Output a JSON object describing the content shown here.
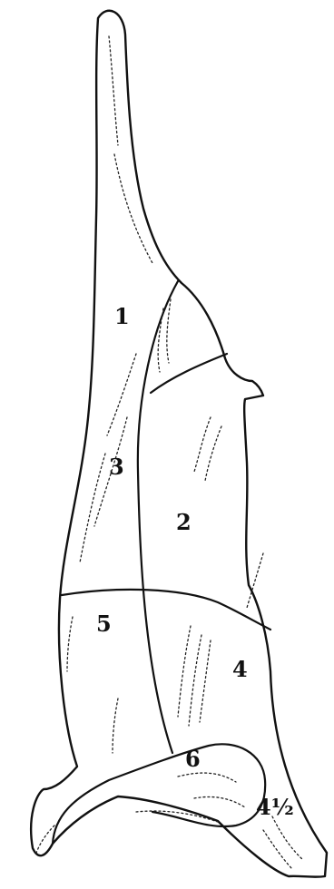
{
  "regions": [
    {
      "id": "1",
      "label": "1"
    },
    {
      "id": "2",
      "label": "2"
    },
    {
      "id": "3",
      "label": "3"
    },
    {
      "id": "4",
      "label": "4"
    },
    {
      "id": "4-1/2",
      "label": "4½"
    },
    {
      "id": "5",
      "label": "5"
    },
    {
      "id": "6",
      "label": "6"
    }
  ]
}
